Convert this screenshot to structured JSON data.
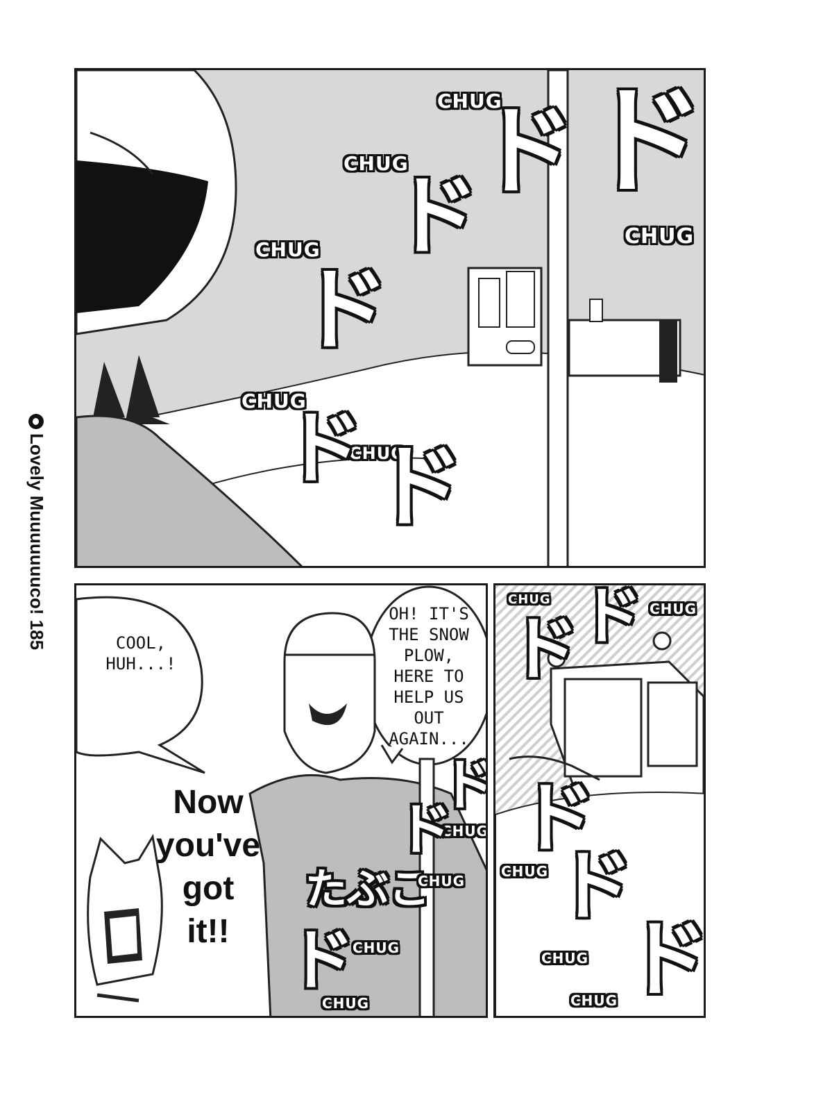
{
  "sidebar": {
    "series_title": "Lovely Muuuuuuuco!",
    "page_number": "185",
    "icon": "paw-icon"
  },
  "panel1": {
    "sfx": [
      "CHUG",
      "CHUG",
      "CHUG",
      "CHUG",
      "CHUG",
      "CHUG"
    ],
    "kana": [
      "ド",
      "ド",
      "ド",
      "ド",
      "ド",
      "ド"
    ]
  },
  "panel2": {
    "bubble_left": "COOL,\nHUH...!",
    "bubble_right": "OH! IT'S\nTHE SNOW\nPLOW,\nHERE TO\nHELP US\nOUT\nAGAIN...",
    "shout": "Now\nyou've\ngot\nit!!",
    "shirt_text": "たぶこ",
    "sfx": [
      "CHUG",
      "CHUG",
      "CHUG",
      "CHUG"
    ],
    "kana": [
      "ド",
      "ド",
      "ド"
    ]
  },
  "panel3": {
    "sfx": [
      "CHUG",
      "CHUG",
      "CHUG",
      "CHUG",
      "CHUG"
    ],
    "kana": [
      "ド",
      "ド",
      "ド",
      "ド",
      "ド"
    ]
  },
  "colors": {
    "ink": "#111111",
    "screentone": "#d4d4d4",
    "paper": "#ffffff"
  }
}
